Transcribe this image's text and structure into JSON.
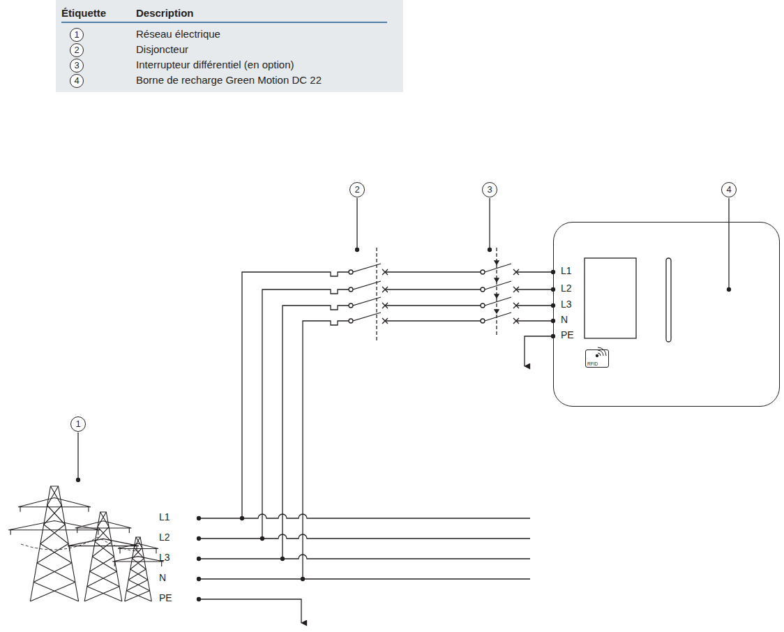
{
  "diagram": {
    "nodes": [
      {
        "text": [
          "Étiquette",
          "Description",
          "Réseau électrique",
          "Disjoncteur",
          "Interrupteur différentiel (en option)",
          "Borne de recharge Green Motion DC 22"
        ]
      },
      {
        "text": [
          "1"
        ],
        "in": 0
      },
      {
        "text": [
          "2"
        ],
        "in": 0
      },
      {
        "text": [
          "3"
        ],
        "in": 0
      },
      {
        "text": [
          "4"
        ],
        "in": 0
      },
      {
        "text": [
          "2"
        ]
      },
      {
        "text": [
          "3"
        ]
      },
      {
        "text": [
          "4"
        ]
      },
      {
        "text": [
          "1"
        ]
      },
      {
        "text": [
          "L1",
          "L2",
          "L3",
          "N",
          "PE"
        ]
      },
      {
        "text": [
          "RFID"
        ],
        "in": 9
      }
    ],
    "labels": [
      "L1",
      "L2",
      "L3",
      "N",
      "PE"
    ]
  }
}
